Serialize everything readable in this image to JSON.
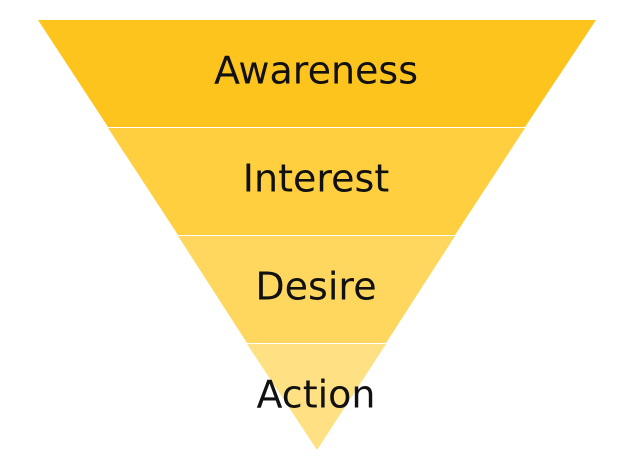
{
  "funnel": {
    "stages": [
      {
        "label": "Awareness",
        "color": "#FEC41E"
      },
      {
        "label": "Interest",
        "color": "#FFCF3F"
      },
      {
        "label": "Desire",
        "color": "#FFD75F"
      },
      {
        "label": "Action",
        "color": "#FFE082"
      }
    ]
  }
}
